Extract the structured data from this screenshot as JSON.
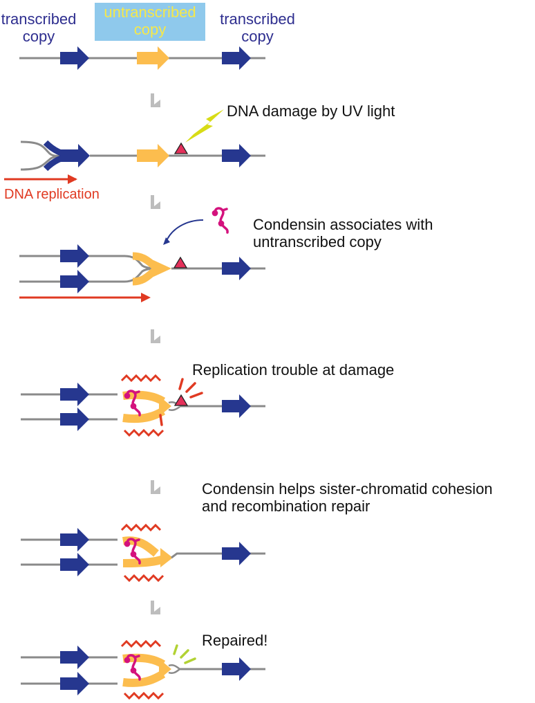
{
  "header": {
    "left": [
      "transcribed",
      "copy"
    ],
    "middle": [
      "untranscribed",
      "copy"
    ],
    "right": [
      "transcribed",
      "copy"
    ]
  },
  "steps": [
    {
      "caption": ""
    },
    {
      "caption": "DNA damage by UV light",
      "side_label": "DNA replication"
    },
    {
      "caption": [
        "Condensin associates with",
        " untranscribed copy"
      ]
    },
    {
      "caption": "Replication trouble at damage"
    },
    {
      "caption": [
        "Condensin helps sister-chromatid cohesion",
        " and recombination repair"
      ]
    },
    {
      "caption": "Repaired!"
    }
  ],
  "colors": {
    "transcribed": "#26378f",
    "untranscribed": "#fcbd4e",
    "untranscribed_label": "#f6e84a",
    "header_box": "#8fc9ec",
    "dna_line": "#8a8a8a",
    "replication_arrow": "#e03a22",
    "condensin": "#d4127d",
    "damage": "#e4305a",
    "uv_bolt": "#d8dc16",
    "step_arrow": "#bdbdbd",
    "repaired_rays": "#b2d234"
  }
}
